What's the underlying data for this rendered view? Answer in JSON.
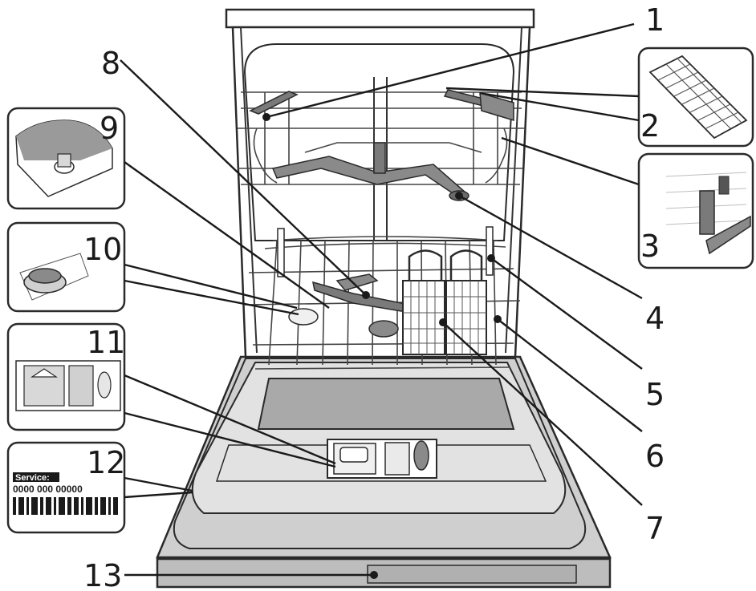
{
  "colors": {
    "outline": "#2a2a2a",
    "panel_fill": "#d8d8d8",
    "dark_gray": "#8a8a8a",
    "accent_gray": "#7a7a7a"
  },
  "callouts": [
    "1",
    "2",
    "3",
    "4",
    "5",
    "6",
    "7",
    "8",
    "9",
    "10",
    "11",
    "12",
    "13"
  ],
  "label_panel": {
    "service_label": "Service:",
    "service_number": "0000 000 00000"
  }
}
